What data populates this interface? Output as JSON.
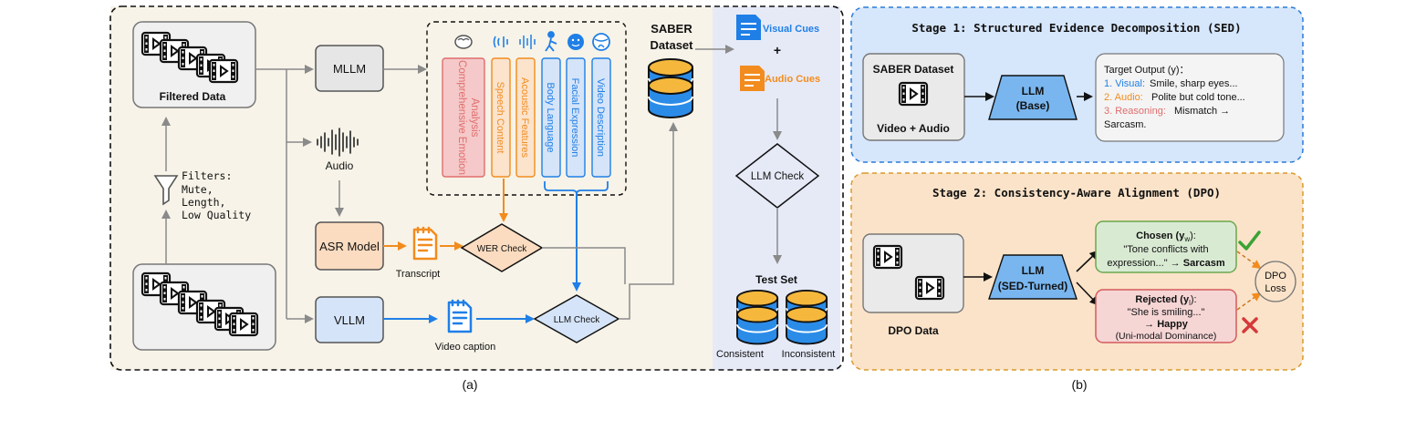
{
  "panel_a": {
    "caption": "(a)",
    "filtered_data": "Filtered Data",
    "filters": {
      "title": "Filters:",
      "items": [
        "Mute,",
        "Length,",
        "Low Quality"
      ]
    },
    "mllm": "MLLM",
    "audio": "Audio",
    "asr_model": "ASR Model",
    "transcript": "Transcript",
    "wer_check": "WER Check",
    "vllm": "VLLM",
    "video_caption": "Video caption",
    "llm_check": "LLM Check",
    "columns": [
      "Comprehensive Emotion",
      "Analysis",
      "Speech Content",
      "Acoustic Features",
      "Body Language",
      "Facial Expression",
      "Video Description"
    ],
    "dataset": {
      "line1": "SABER",
      "line2": "Dataset"
    },
    "visual_cues": "Visual Cues",
    "plus": "+",
    "audio_cues": "Audio Cues",
    "final_check": "LLM Check",
    "test_set": "Test Set",
    "consistent": "Consistent",
    "inconsistent": "Inconsistent"
  },
  "panel_b": {
    "caption": "(b)",
    "stage1": {
      "title": "Stage 1: Structured Evidence Decomposition (SED)",
      "input_title": "SABER Dataset",
      "input_sub": "Video + Audio",
      "llm_line1": "LLM",
      "llm_line2": "(Base)",
      "output_title": "Target Output (y)：",
      "visual_key": "1. Visual:",
      "visual_val": "Smile, sharp eyes...",
      "audio_key": "2. Audio:",
      "audio_val": "Polite but cold tone...",
      "reason_key": "3. Reasoning:",
      "reason_val": "Mismatch →",
      "reason_val2": "Sarcasm."
    },
    "stage2": {
      "title": "Stage 2: Consistency-Aware Alignment (DPO)",
      "input_label": "DPO Data",
      "llm_line1": "LLM",
      "llm_line2": "(SED-Turned)",
      "chosen_title": "Chosen (y",
      "chosen_sub": "w",
      "chosen_close": "):",
      "chosen_line1": "\"Tone conflicts with",
      "chosen_line2": "expression...\" →",
      "chosen_bold": "Sarcasm",
      "rejected_title": "Rejected (y",
      "rejected_sub": "l",
      "rejected_close": "):",
      "rejected_line1": "\"She is smiling...\"",
      "rejected_arrow": "→",
      "rejected_bold": "Happy",
      "rejected_line3": "(Uni-modal Dominance)",
      "loss_line1": "DPO",
      "loss_line2": "Loss"
    }
  },
  "colors": {
    "panel_a_bg": "#f7f3e8",
    "panel_a_side": "#e6eaf7",
    "stage1_bg": "#d6e6fb",
    "stage2_bg": "#fbe3c9",
    "orange": "#f28c1e",
    "blue": "#1f7fe6",
    "red_text": "#e06d6d",
    "green_box": "#d9ead3",
    "red_box": "#f6d5d5"
  },
  "icons": [
    "film-strip-icon",
    "funnel-icon",
    "waveform-icon",
    "document-icon",
    "database-icon",
    "brain-icon",
    "person-icon",
    "face-icon",
    "check-icon",
    "cross-icon"
  ]
}
